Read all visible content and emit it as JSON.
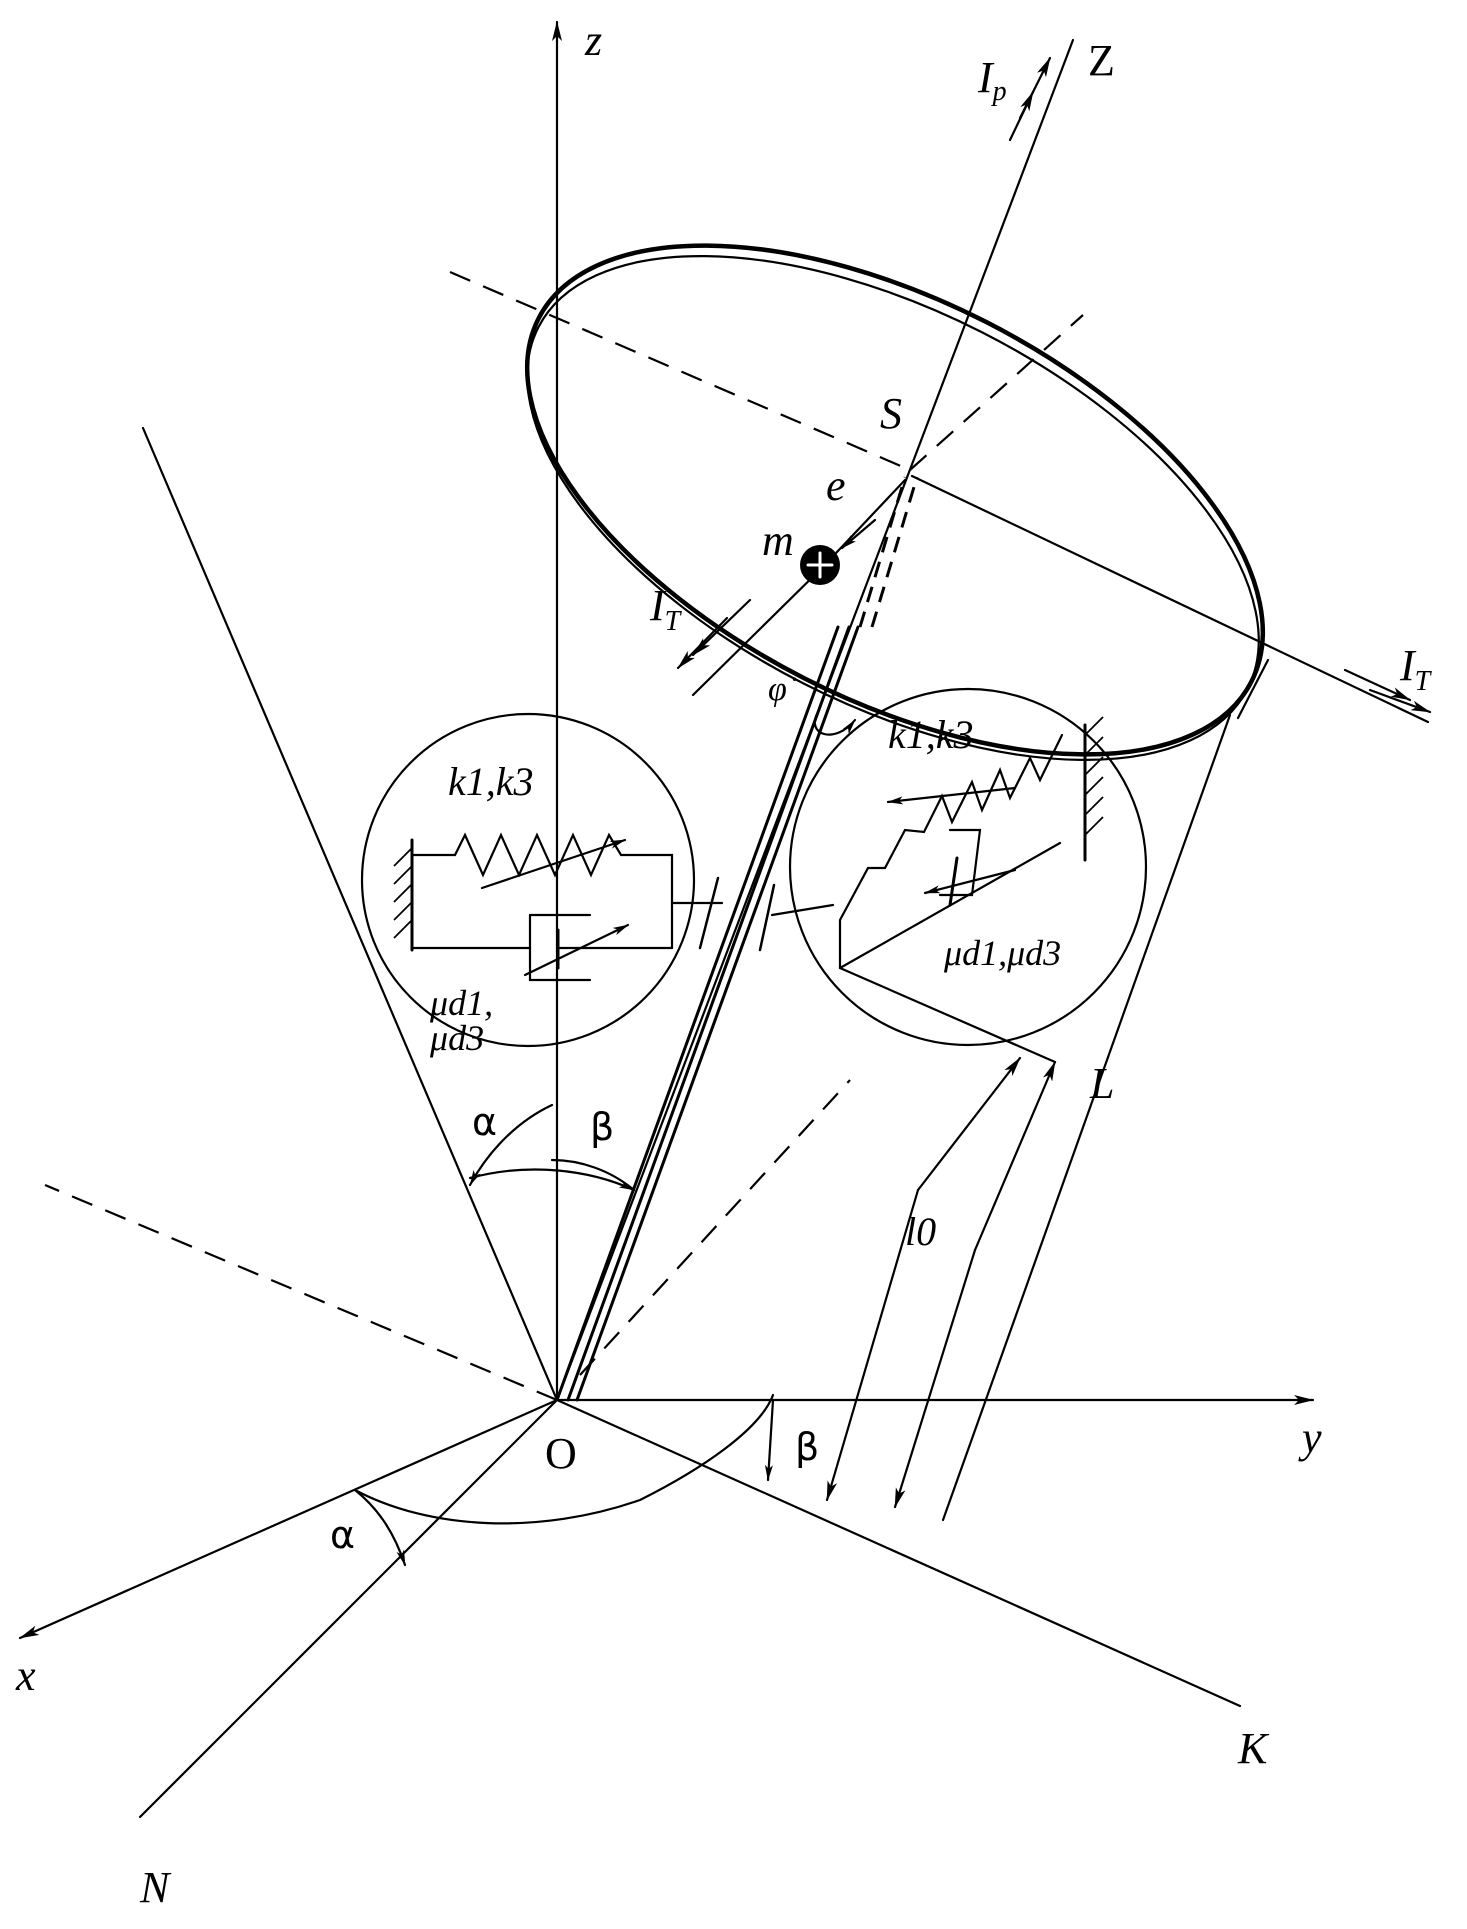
{
  "labels": {
    "z": "z",
    "Z": "Z",
    "x": "x",
    "y": "y",
    "O": "O",
    "N": "N",
    "K": "K",
    "L": "L",
    "S": "S",
    "e": "e",
    "m": "m",
    "Ip_main": "I",
    "Ip_sub": "p",
    "IT_left_main": "I",
    "IT_left_sub": "T",
    "IT_right_main": "I",
    "IT_right_sub": "T",
    "phi_dot": "φ̇",
    "alpha_top": "α",
    "beta_top": "β",
    "alpha_bottom": "α",
    "beta_bottom": "β",
    "l0": "l0",
    "k_left": "k1,k3",
    "k_right": "k1,k3",
    "mu_left_line1": "μd1,",
    "mu_left_line2": "μd3",
    "mu_right": "μd1,μd3"
  }
}
